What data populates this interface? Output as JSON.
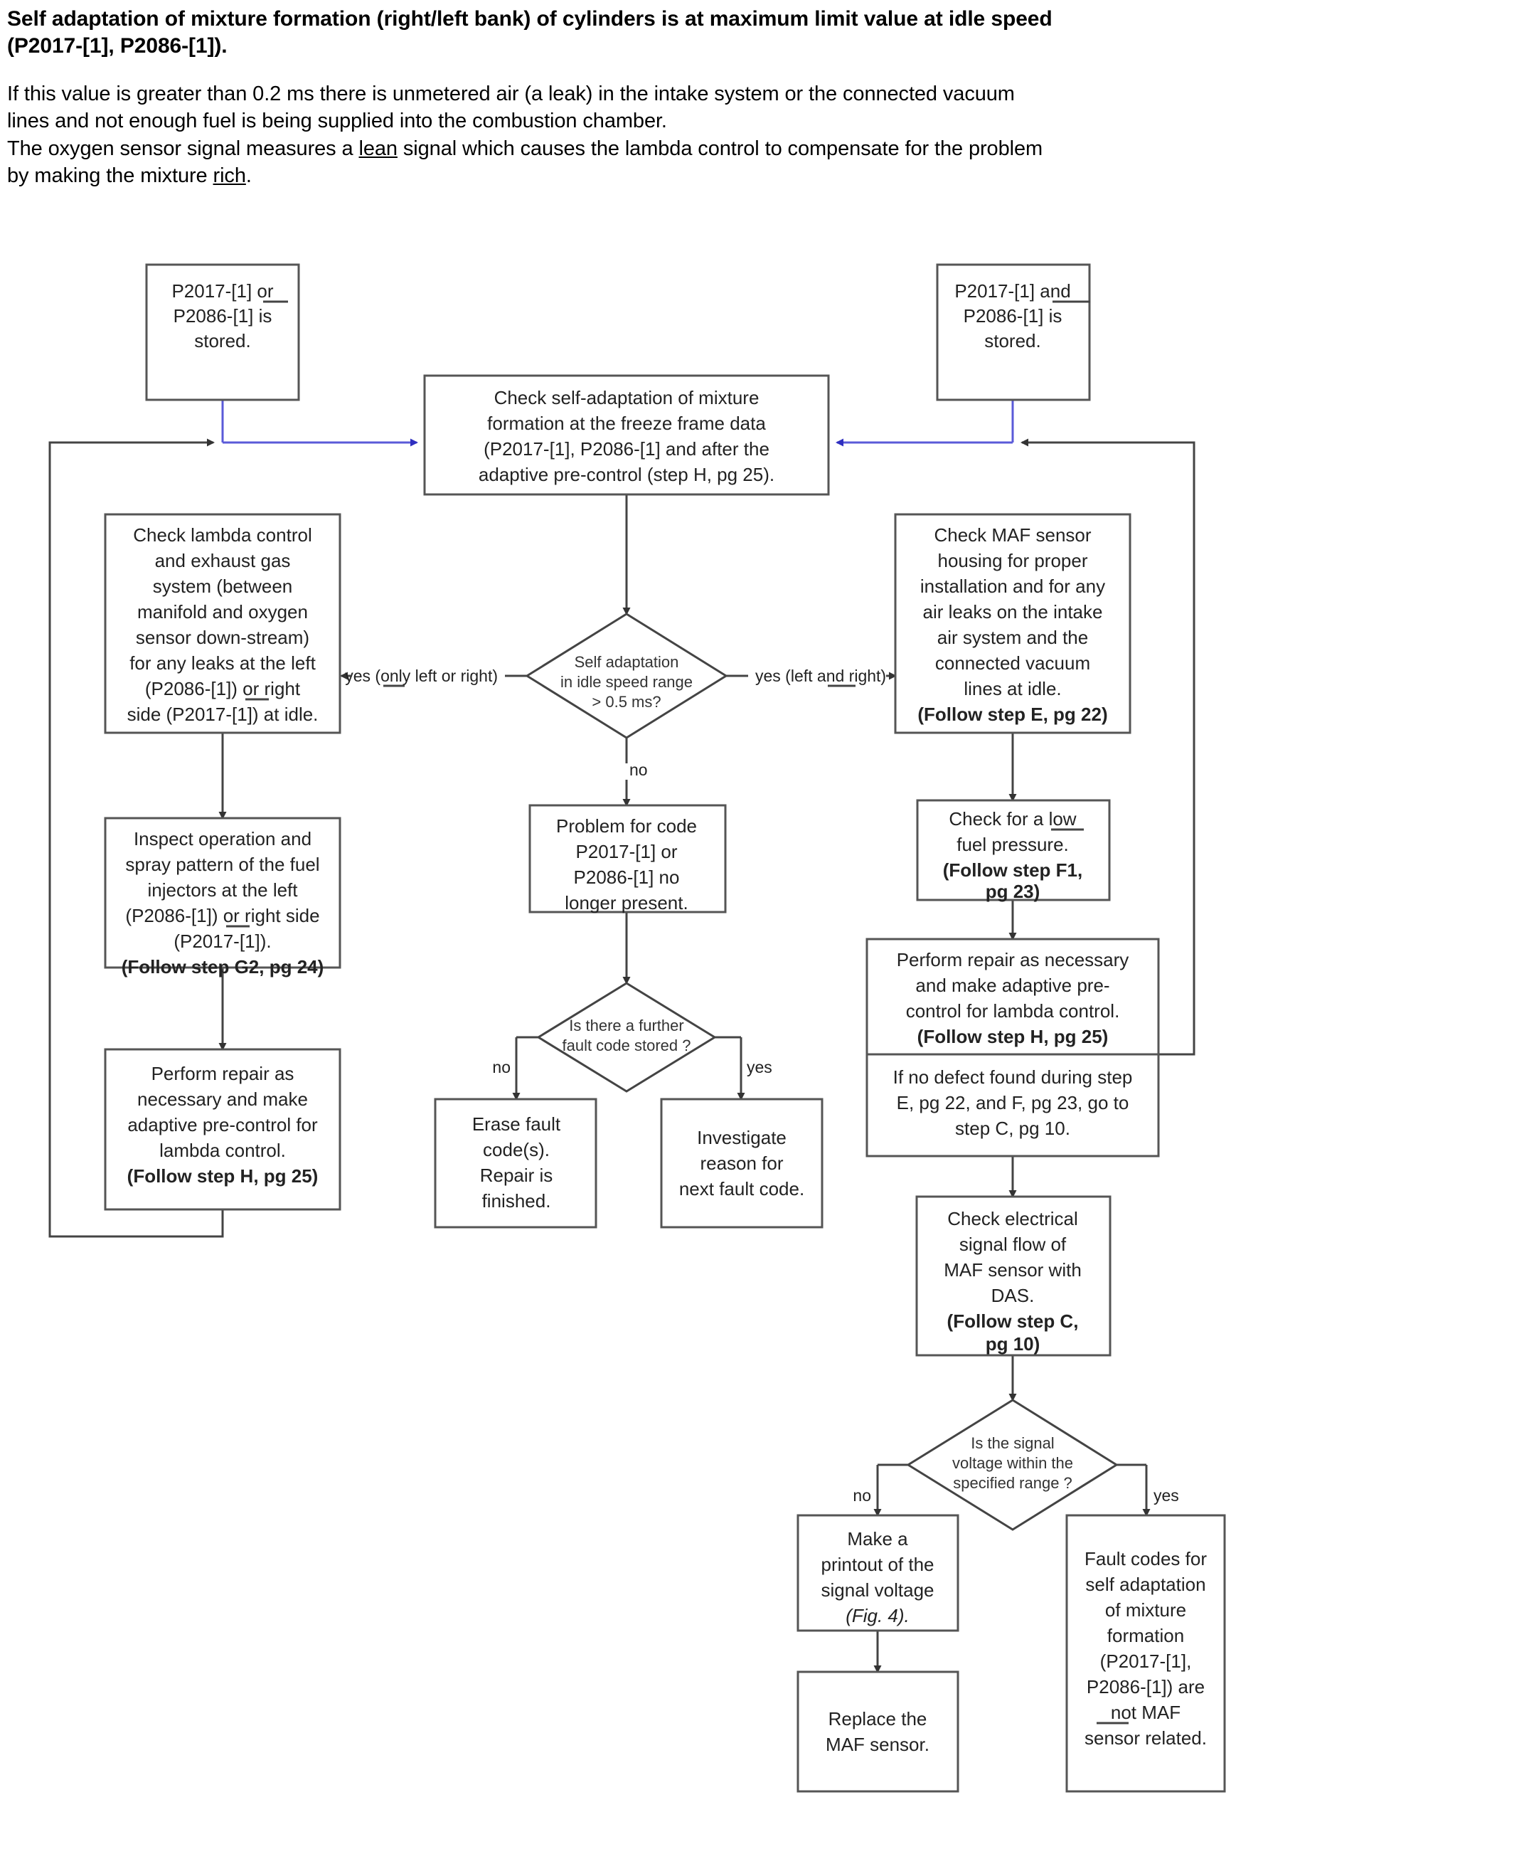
{
  "document": {
    "title_line1": "Self adaptation of mixture formation (right/left bank) of cylinders is at maximum limit value at idle speed",
    "title_line2": "(P2017-[1], P2086-[1]).",
    "para1_line1": "If this value is greater than 0.2 ms there is unmetered air (a leak) in the intake system or the connected vacuum",
    "para1_line2": "lines and not enough fuel is being supplied into the combustion chamber.",
    "para2_a": "The oxygen sensor signal measures a ",
    "para2_lean": "lean",
    "para2_b": " signal which causes the lambda control to compensate for the problem",
    "para2_c": "by making the mixture ",
    "para2_rich": "rich",
    "para2_d": "."
  },
  "colors": {
    "accent_arrow": "#5a5ad8",
    "line": "#444444",
    "box_border": "#555555",
    "text": "#222222",
    "background": "#ffffff"
  },
  "flowchart": {
    "type": "flowchart",
    "nodes": {
      "start_left": {
        "shape": "box",
        "lines": [
          "P2017-[1] or",
          "P2086-[1] is",
          "stored."
        ],
        "underline_word": "or"
      },
      "start_right": {
        "shape": "box",
        "lines": [
          "P2017-[1] and",
          "P2086-[1] is",
          "stored."
        ],
        "underline_word": "and"
      },
      "check_self_adaptation": {
        "shape": "box",
        "lines": [
          "Check self-adaptation of mixture",
          "formation at the freeze frame data",
          "(P2017-[1], P2086-[1] and after the",
          "adaptive pre-control (step H, pg 25)."
        ]
      },
      "decision_idle": {
        "shape": "diamond",
        "lines": [
          "Self adaptation",
          "in idle speed range",
          "> 0.5 ms?"
        ]
      },
      "check_lambda": {
        "shape": "box",
        "lines": [
          "Check lambda control",
          "and exhaust gas",
          "system (between",
          "manifold and oxygen",
          "sensor down-stream)",
          "for any leaks at the left",
          "(P2086-[1]) or right",
          "side (P2017-[1]) at idle."
        ]
      },
      "check_maf": {
        "shape": "box",
        "lines": [
          "Check  MAF sensor",
          "housing for proper",
          "installation and  for any",
          "air leaks on the intake",
          "air system and the",
          "connected vacuum",
          "lines at idle.",
          "(Follow step E, pg 22)"
        ],
        "bold_lines": [
          7
        ]
      },
      "problem_gone": {
        "shape": "box",
        "lines": [
          "Problem for code",
          "P2017-[1] or",
          "P2086-[1] no",
          "longer present."
        ]
      },
      "inspect_injectors": {
        "shape": "box",
        "lines": [
          "Inspect operation and",
          "spray pattern of the fuel",
          "injectors at the left",
          "(P2086-[1]) or right side",
          "(P2017-[1]).",
          "(Follow step G2, pg 24)"
        ],
        "bold_lines": [
          5
        ]
      },
      "check_fuel_pressure": {
        "shape": "box",
        "lines": [
          "Check for a low",
          "fuel pressure.",
          "(Follow step F1,",
          "pg 23)"
        ],
        "bold_lines": [
          2,
          3
        ]
      },
      "decision_further_code": {
        "shape": "diamond",
        "lines": [
          "Is there a further",
          "fault code stored ?"
        ]
      },
      "perform_repair_left": {
        "shape": "box",
        "lines": [
          "Perform repair as",
          "necessary and make",
          "adaptive pre-control for",
          "lambda control.",
          "(Follow step H, pg 25)"
        ],
        "bold_lines": [
          4
        ]
      },
      "perform_repair_right": {
        "shape": "box",
        "lines": [
          "Perform repair as necessary",
          "and make adaptive pre-",
          "control for lambda control.",
          "(Follow step H, pg 25)"
        ],
        "bold_lines": [
          3
        ]
      },
      "no_defect_note": {
        "shape": "box",
        "lines": [
          "If no defect found during step",
          "E, pg 22, and F, pg 23, go to",
          "step C, pg 10."
        ]
      },
      "erase_codes": {
        "shape": "box",
        "lines": [
          "Erase fault",
          "code(s).",
          "Repair is",
          "finished."
        ]
      },
      "investigate_next": {
        "shape": "box",
        "lines": [
          "Investigate",
          "reason for",
          "next fault code."
        ]
      },
      "check_electrical": {
        "shape": "box",
        "lines": [
          "Check electrical",
          "signal flow of",
          "MAF sensor with",
          "DAS.",
          "(Follow step C,",
          "pg 10)"
        ],
        "bold_lines": [
          4,
          5
        ]
      },
      "decision_signal_voltage": {
        "shape": "diamond",
        "lines": [
          "Is the signal",
          "voltage  within the",
          "specified range ?"
        ]
      },
      "make_printout": {
        "shape": "box",
        "lines": [
          "Make a",
          "printout of the",
          "signal voltage",
          "(Fig. 4)."
        ]
      },
      "replace_maf": {
        "shape": "box",
        "lines": [
          "Replace the",
          "MAF sensor."
        ]
      },
      "not_maf_related": {
        "shape": "box",
        "lines": [
          "Fault codes for",
          "self adaptation",
          "of mixture",
          "formation",
          "(P2017-[1],",
          "P2086-[1]) are",
          "not  MAF",
          "sensor related."
        ]
      }
    },
    "edge_labels": {
      "idle_left": "yes (only left or right)",
      "idle_right": "yes (left and right)",
      "idle_down": "no",
      "further_no": "no",
      "further_yes": "yes",
      "voltage_no": "no",
      "voltage_yes": "yes"
    }
  }
}
